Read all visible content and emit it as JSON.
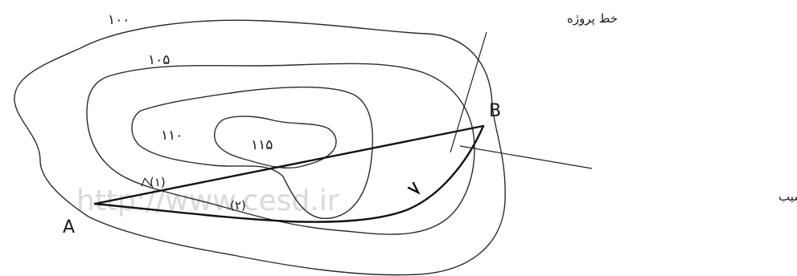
{
  "watermark": "http://www.cesd.ir",
  "contours": {
    "c100": "۱۰۰",
    "c105": "۱۰۵",
    "c110": "۱۱۰",
    "c115": "۱۱۵"
  },
  "points": {
    "a": "A",
    "b": "B"
  },
  "routes": {
    "route1": "(۱)",
    "route2": "(۲)"
  },
  "annotations": {
    "project_line": "خط پروژه",
    "easiest_route": "ساده ترین مسیر با در نظر گرفتن شیب"
  },
  "colors": {
    "line": "#2b2b2b",
    "route": "#111111"
  }
}
